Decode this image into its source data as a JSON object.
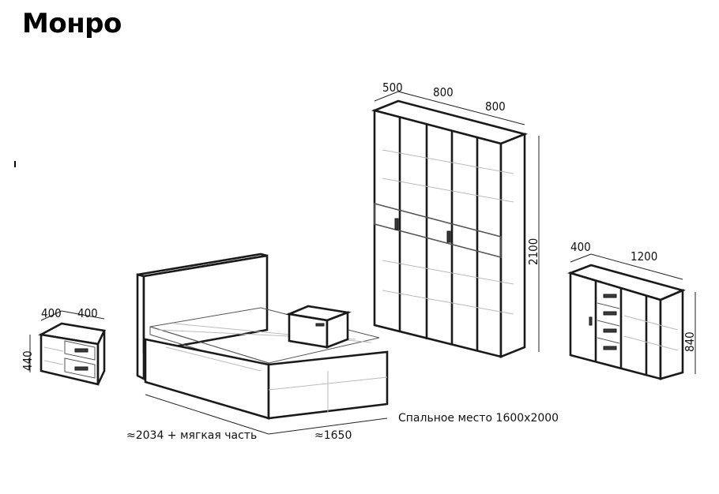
{
  "title": "Монро",
  "nightstand": {
    "width": "400",
    "depth": "400",
    "height": "440"
  },
  "wardrobe": {
    "depth": "500",
    "section1": "800",
    "section2": "800",
    "height": "2100"
  },
  "dresser": {
    "depth": "400",
    "width": "1200",
    "height": "840"
  },
  "bed": {
    "length": "≈2034 + мягкая часть",
    "width": "≈1650",
    "sleeping_place": "Спальное место 1600х2000"
  }
}
